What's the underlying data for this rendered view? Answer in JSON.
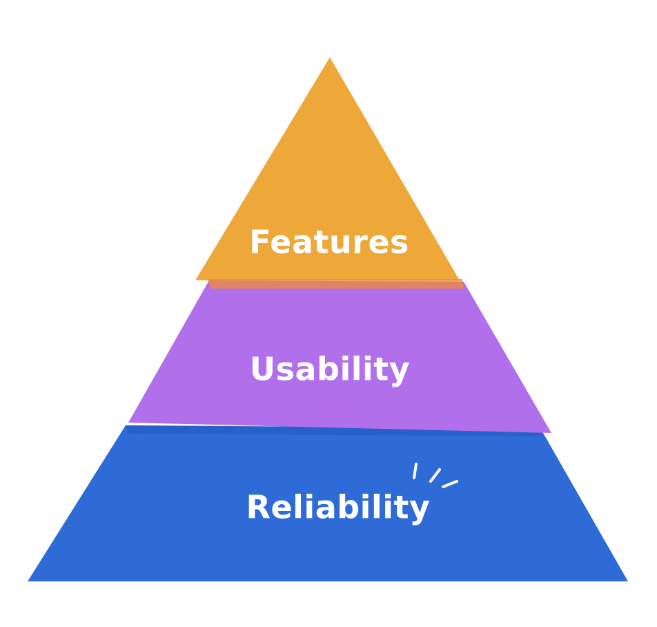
{
  "diagram": {
    "type": "pyramid",
    "tiers": [
      {
        "label": "Features",
        "color": "#EEA83A",
        "edge_color": "#EE8C38"
      },
      {
        "label": "Usability",
        "color": "#B26FEC",
        "edge_color": "#A05FDA"
      },
      {
        "label": "Reliability",
        "color": "#2E6BD6",
        "edge_color": "#2257BE"
      }
    ],
    "accent": "sparkle-marks"
  }
}
